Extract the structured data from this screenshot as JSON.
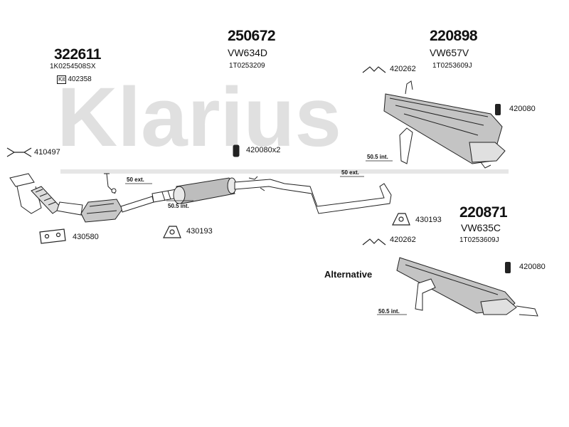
{
  "brand": {
    "watermark": "Klarius",
    "watermark_color": "#e0e0e0"
  },
  "parts": {
    "p322611": {
      "number": "322611",
      "oe": "1K0254508SX",
      "kit_label": "Kit",
      "kit": "402358"
    },
    "p250672": {
      "number": "250672",
      "model": "VW634D",
      "oe": "1T0253209"
    },
    "p220898": {
      "number": "220898",
      "model": "VW657V",
      "oe": "1T0253609J"
    },
    "p220871": {
      "number": "220871",
      "model": "VW635C",
      "oe": "1T0253609J"
    }
  },
  "fittings": {
    "f420262_top": "420262",
    "f420080_top": "420080",
    "f410497": "410497",
    "f420080x2": "420080x2",
    "f430580": "430580",
    "f430193_left": "430193",
    "f430193_right": "430193",
    "f420262_bottom": "420262",
    "f420080_bottom": "420080"
  },
  "notes": {
    "ext50_left": "50 ext.",
    "ext50_mid": "50 ext.",
    "int505_left": "50.5 int.",
    "int505_right": "50.5 int.",
    "int505_alt": "50.5 int.",
    "alternative": "Alternative"
  }
}
